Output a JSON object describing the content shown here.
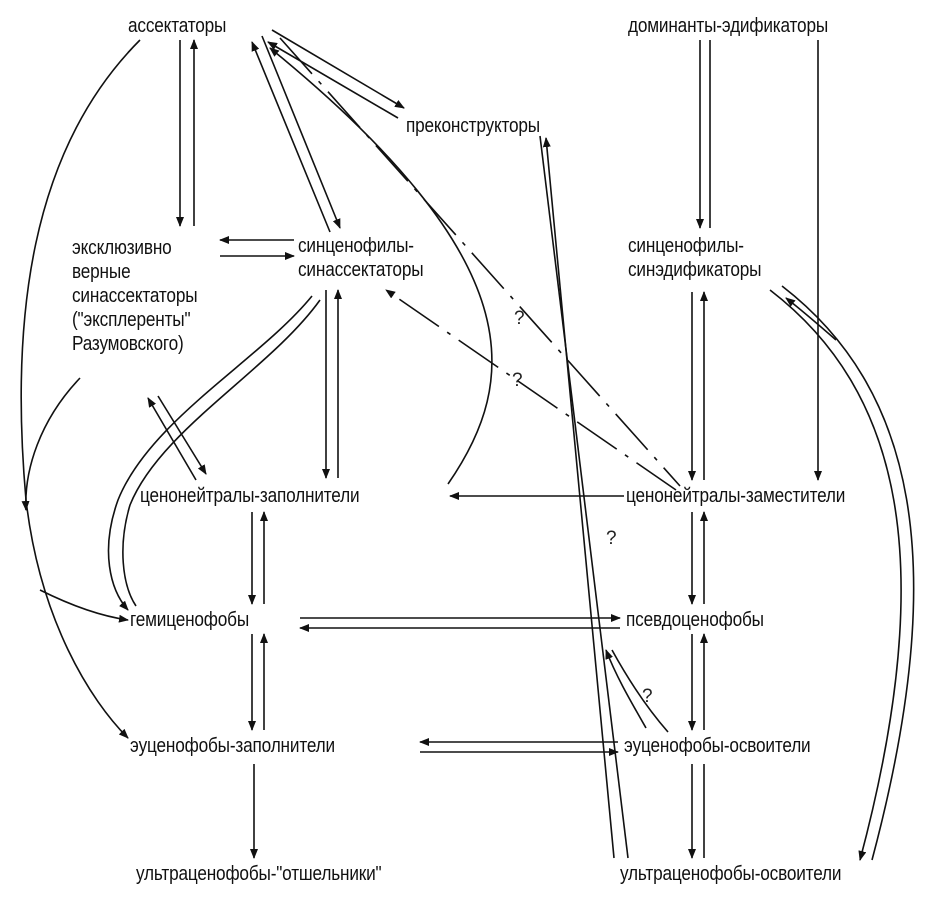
{
  "colors": {
    "ink": "#111111",
    "background": "#ffffff"
  },
  "nodes": {
    "assektatory": "ассектаторы",
    "dominanty": "доминанты-эдификаторы",
    "prekonstruktory": "преконструкторы",
    "eksklyuzivno": [
      "эксклюзивно",
      "верные",
      "синассектаторы",
      "(\"эксплеренты\"",
      "Разумовского)"
    ],
    "sincenofily_sinassektatory": [
      "синценофилы-",
      "синассектаторы"
    ],
    "sincenofily_sinedifikatory": [
      "синценофилы-",
      "синэдификаторы"
    ],
    "cenoneitraly_zapolniteli": "ценонейтралы-заполнители",
    "cenoneitraly_zamestiteli": "ценонейтралы-заместители",
    "gemicenofoby": "гемиценофобы",
    "psevdocenofoby": "псевдоценофобы",
    "eucenofoby_zapolniteli": "эуценофобы-заполнители",
    "eucenofoby_osvoiteli": "эуценофобы-освоители",
    "ultracenofoby_otshelniki": "ультраценофобы-\"отшельники\"",
    "ultracenofoby_osvoiteli": "ультраценофобы-освоители"
  },
  "question_mark": "?"
}
